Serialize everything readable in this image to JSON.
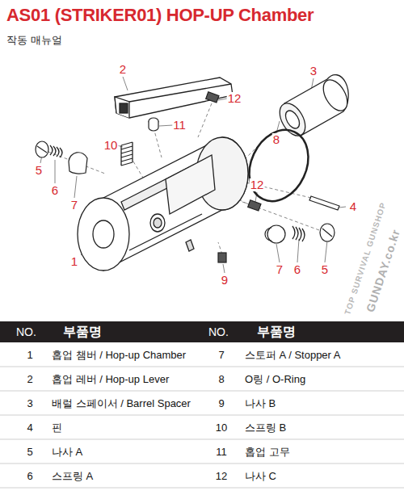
{
  "diagram": {
    "title": "AS01 (STRIKER01) HOP-UP Chamber",
    "labels": [
      "작동 매뉴얼",
      "2",
      "12",
      "3",
      "11",
      "10",
      "8",
      "5",
      "6",
      "7",
      "12",
      "4",
      "1",
      "7",
      "6",
      "5",
      "9",
      "TOP SURVIVAL GUNSHOP",
      "GUNDAY.co.kr",
      "NO.",
      "부품명",
      "NO.",
      "부품명",
      "1",
      "홉업 챔버 / Hop-up Chamber",
      "7",
      "스토퍼 A / Stopper A",
      "2",
      "홉업 레버 / Hop-up Lever",
      "8",
      "O링 / O-Ring",
      "3",
      "배럴 스페이서 / Barrel Spacer",
      "9",
      "나사 B",
      "4",
      "핀",
      "10",
      "스프링 B",
      "5",
      "나사 A",
      "11",
      "홉업 고무",
      "6",
      "스프링 A",
      "12",
      "나사 C"
    ]
  }
}
